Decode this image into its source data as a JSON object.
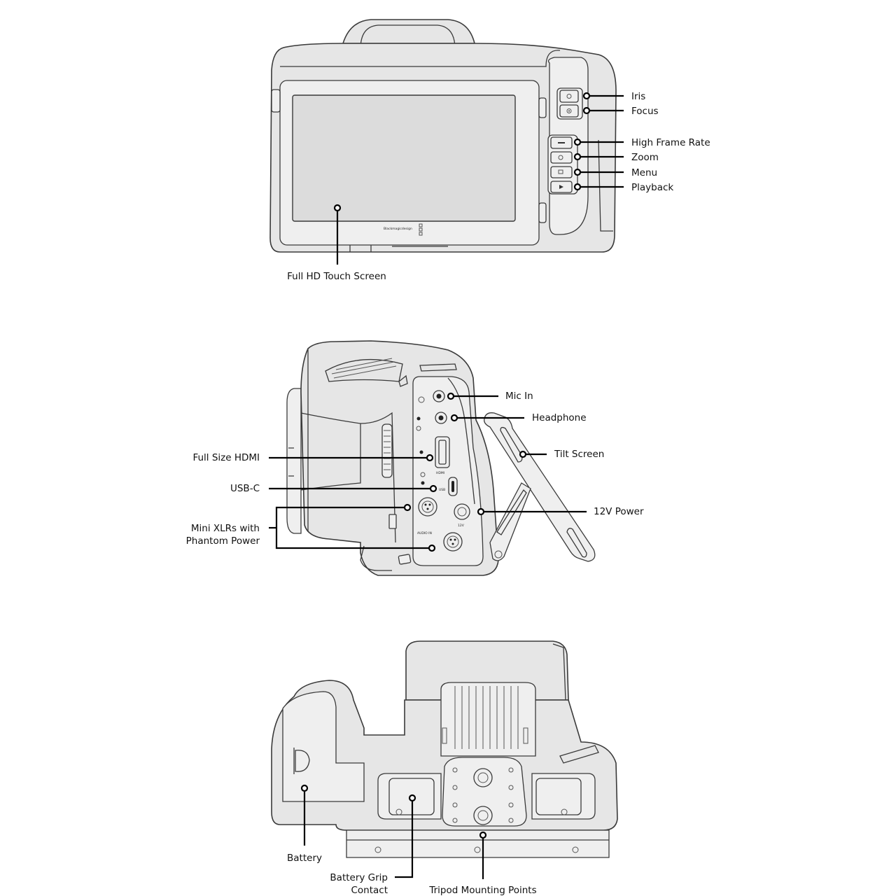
{
  "front_view": {
    "labels": {
      "iris": "Iris",
      "focus": "Focus",
      "high_frame_rate": "High Frame Rate",
      "zoom": "Zoom",
      "menu": "Menu",
      "playback": "Playback",
      "touch_screen": "Full HD Touch Screen"
    },
    "brand_mark": "Blackmagicdesign"
  },
  "side_view": {
    "labels": {
      "mic_in": "Mic In",
      "headphone": "Headphone",
      "tilt_screen": "Tilt Screen",
      "full_size_hdmi": "Full Size HDMI",
      "usb_c": "USB-C",
      "twelve_v_power": "12V Power",
      "mini_xlrs_line1": "Mini XLRs with",
      "mini_xlrs_line2": "Phantom Power"
    },
    "port_markings": {
      "hdmi": "HDMI",
      "usb": "USB",
      "audio_in": "AUDIO IN",
      "power": "12V"
    }
  },
  "bottom_view": {
    "labels": {
      "battery": "Battery",
      "battery_grip_line1": "Battery Grip",
      "battery_grip_line2": "Contact",
      "tripod": "Tripod Mounting Points"
    }
  }
}
